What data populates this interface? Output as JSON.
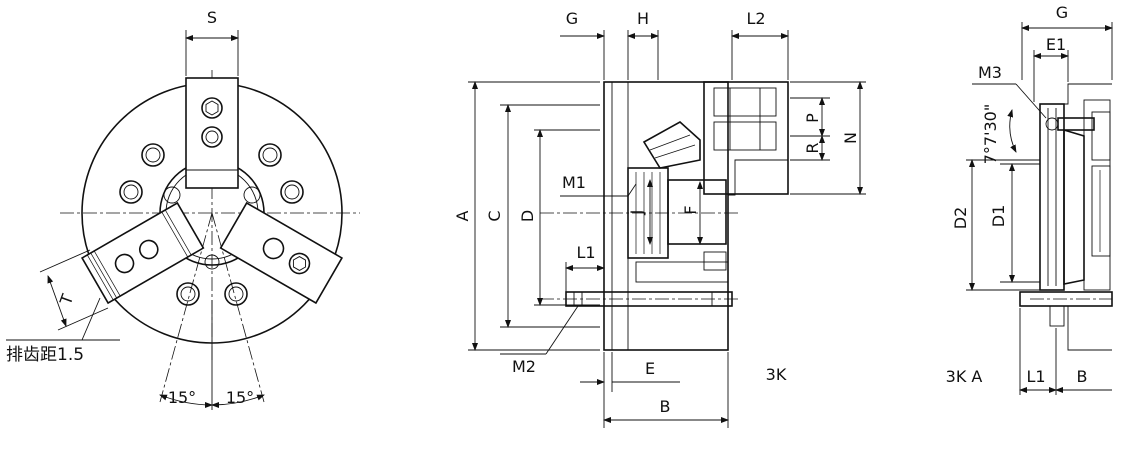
{
  "front_view": {
    "s": "S",
    "t": "T",
    "tooth_pitch": "排齿距1.5",
    "angle_left": "15°",
    "angle_right": "15°"
  },
  "side_view": {
    "g": "G",
    "h": "H",
    "l2": "L2",
    "a": "A",
    "c": "C",
    "d": "D",
    "m1": "M1",
    "j": "J",
    "f": "F",
    "l1": "L1",
    "m2": "M2",
    "e": "E",
    "b": "B",
    "p": "P",
    "r": "R",
    "n": "N",
    "caption": "3K"
  },
  "section_view": {
    "g": "G",
    "e1": "E1",
    "m3": "M3",
    "angle": "7°7'30\"",
    "d2": "D2",
    "d1": "D1",
    "caption": "3K A",
    "l1": "L1",
    "b": "B"
  }
}
